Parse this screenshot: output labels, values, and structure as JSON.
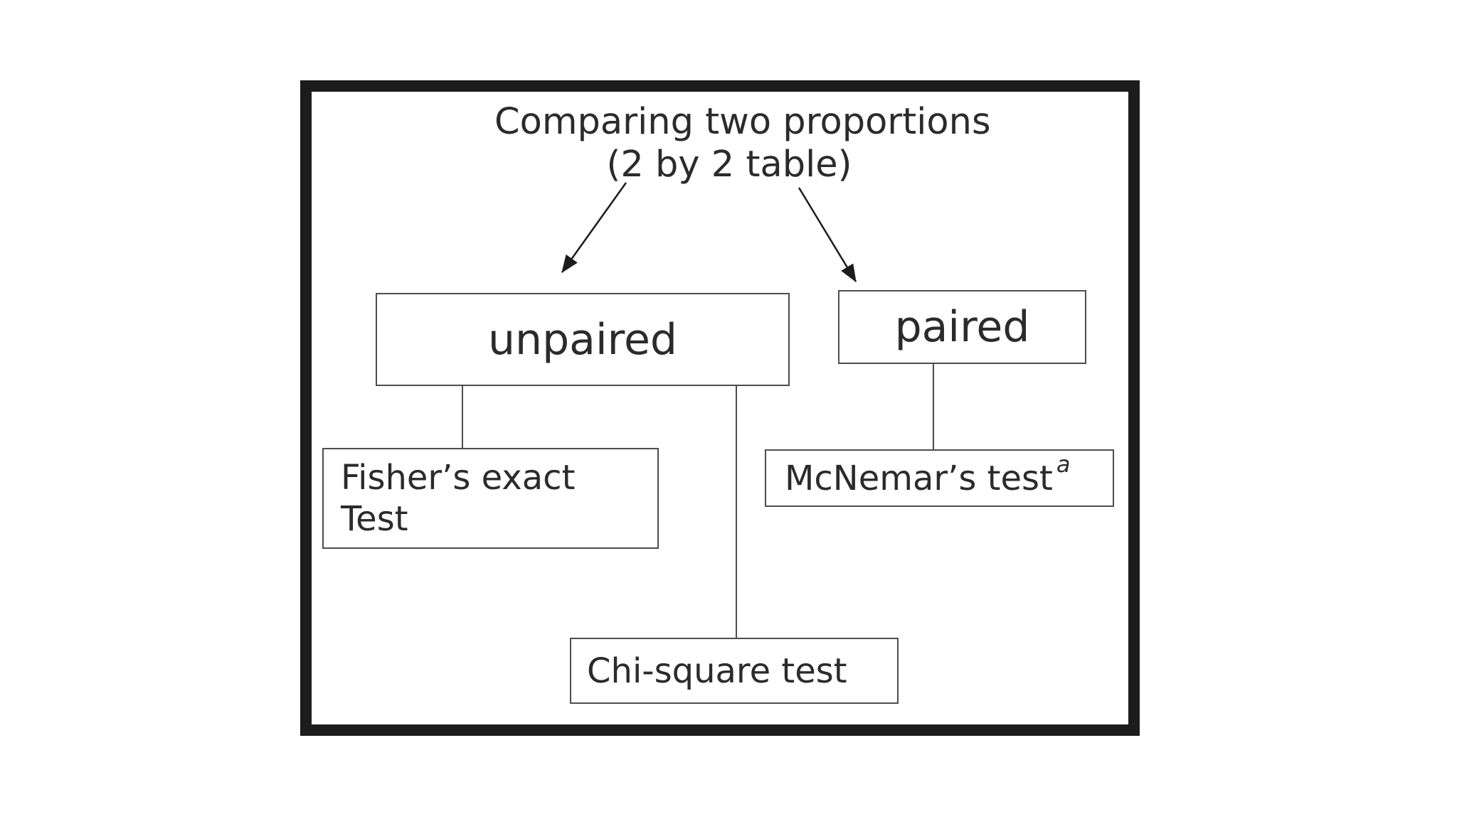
{
  "diagram": {
    "title": {
      "line1": "Comparing two proportions",
      "line2": "(2 by 2 table)"
    },
    "branches": {
      "left": {
        "label": "unpaired"
      },
      "right": {
        "label": "paired"
      }
    },
    "tests": {
      "fisher": {
        "line1": "Fisher’s exact",
        "line2": "Test"
      },
      "mcnemar": {
        "label": "McNemar’s test",
        "superscript": "a"
      },
      "chisquare": {
        "label": "Chi-square test"
      }
    },
    "colors": {
      "frame_border": "#1c1c1c",
      "box_border": "#4d4d4d",
      "text": "#2b2b2b",
      "background": "#ffffff"
    }
  }
}
